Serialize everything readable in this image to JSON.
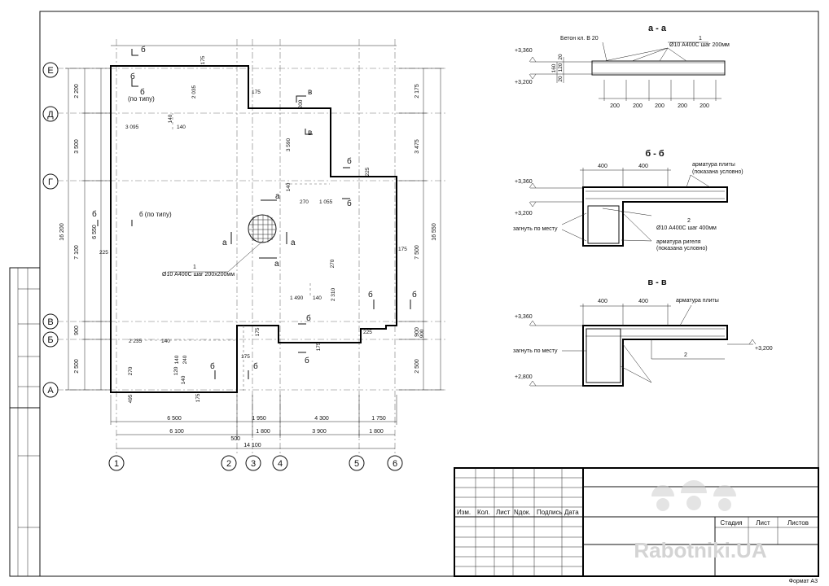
{
  "plan": {
    "axes_letters": [
      "Е",
      "Д",
      "Г",
      "В",
      "Б",
      "А"
    ],
    "axes_numbers": [
      "1",
      "2",
      "3",
      "4",
      "5",
      "6"
    ],
    "left_dims_inner": [
      "2 200",
      "3 500",
      "7 100",
      "900",
      "2 500"
    ],
    "left_dim_mid": "6 550",
    "left_dim_total": "16 200",
    "right_dims_inner": [
      "2 175",
      "3 475",
      "7 500",
      "900",
      "2 500"
    ],
    "right_dim_total": "16 550",
    "bottom_row1": [
      "6 500",
      "1 950",
      "4 300",
      "1 750"
    ],
    "bottom_row2": [
      "6 100",
      "1 800",
      "3 900",
      "1 800"
    ],
    "bottom_500": "500",
    "bottom_total": "14 100",
    "inner_dims": [
      "175",
      "2 035",
      "140",
      "3 095",
      "140",
      "175",
      "200",
      "3 590",
      "140",
      "270",
      "1 055",
      "225",
      "175",
      "225",
      "1 490",
      "140",
      "2 310",
      "270",
      "175",
      "175",
      "225",
      "900",
      "2 235",
      "140",
      "270",
      "140",
      "240",
      "120",
      "140",
      "495",
      "175",
      "175"
    ],
    "section_marks": [
      "б",
      "б",
      "в",
      "в",
      "б",
      "б",
      "а",
      "а",
      "а",
      "а",
      "б",
      "б",
      "б",
      "б",
      "б",
      "б",
      "б",
      "б"
    ],
    "note_typical_1": "(по типу)",
    "note_typical_2": "б (по типу)",
    "leader_num": "1",
    "leader_text": "Ø10  А400С шаг 200х200мм"
  },
  "section_aa": {
    "title": "а - а",
    "levels": [
      "+3,360",
      "+3,200"
    ],
    "concrete": "Бетон кл. В 20",
    "bar_num": "1",
    "bar_text": "Ø10 А400С шаг 200мм",
    "thk": [
      "20",
      "120",
      "20",
      "160"
    ],
    "spacing": [
      "200",
      "200",
      "200",
      "200",
      "200"
    ]
  },
  "section_bb": {
    "title": "б - б",
    "dims": [
      "400",
      "400"
    ],
    "levels": [
      "+3,360",
      "+3,200"
    ],
    "slab_note_1": "арматура плиты",
    "slab_note_2": "(показана условно)",
    "bar_num": "2",
    "bar_text": "Ø10 А400С шаг 400мм",
    "bend_note": "загнуть по месту",
    "beam_note_1": "арматура ригеля",
    "beam_note_2": "(показана условно)"
  },
  "section_vv": {
    "title": "в - в",
    "dims": [
      "400",
      "400"
    ],
    "levels": [
      "+3,360",
      "+2,800",
      "+3,200"
    ],
    "slab_note": "арматура плиты",
    "bend_note": "загнуть по месту",
    "bar_num": "2"
  },
  "stamp": {
    "headers": [
      "Изм.",
      "Кол.",
      "Лист",
      "Nдок.",
      "Подпись",
      "Дата"
    ],
    "right_headers": [
      "Стадия",
      "Лист",
      "Листов"
    ],
    "format": "Формат А3",
    "watermark": "Rabotniki.UA"
  }
}
